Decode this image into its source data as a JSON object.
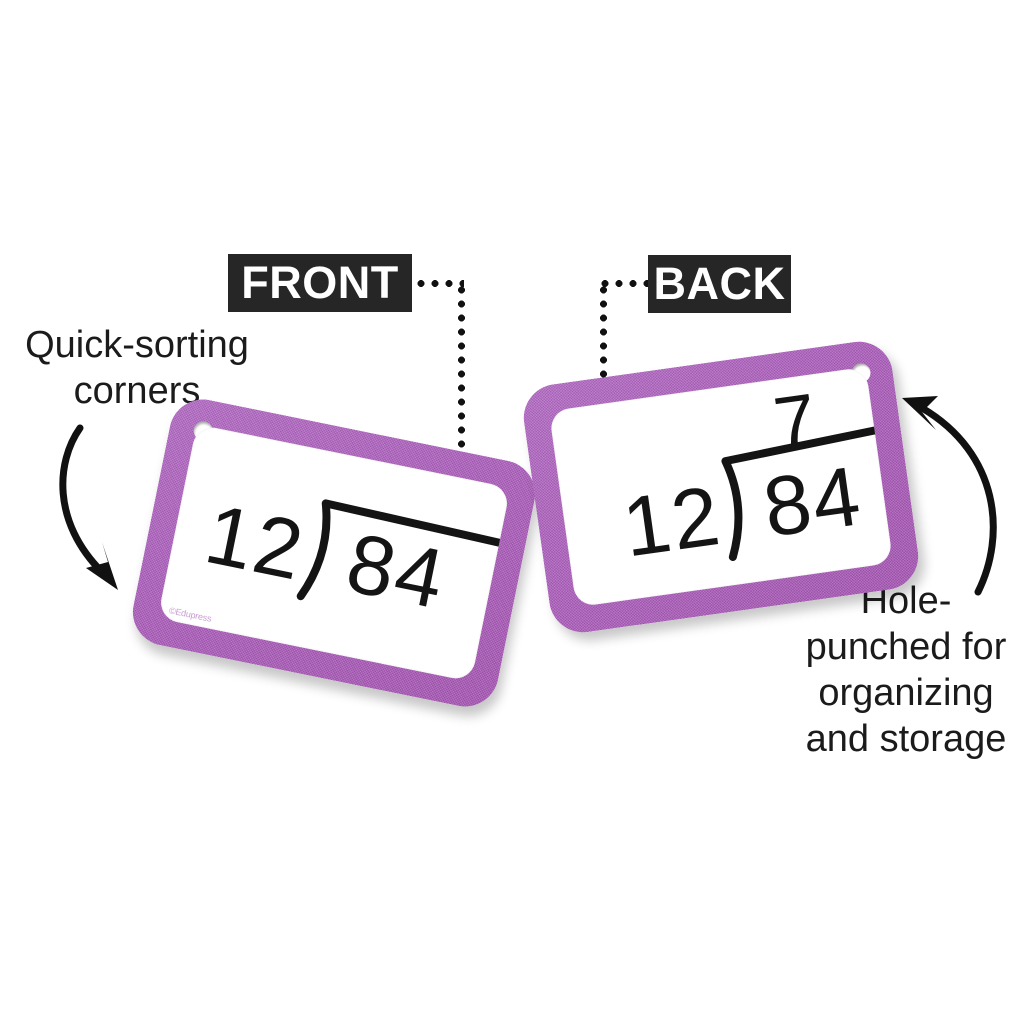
{
  "background_color": "#ffffff",
  "card_color": "#ad5cbd",
  "badge_color": "#262626",
  "text_color": "#1b1b1b",
  "callouts": {
    "front": "FRONT",
    "back": "BACK"
  },
  "annotations": {
    "left": "Quick-sorting\ncorners",
    "right": "Hole-\npunched for\norganizing\nand storage"
  },
  "cards": {
    "front": {
      "side_label": "FRONT",
      "problem": {
        "divisor": "12",
        "dividend": "84",
        "quotient": ""
      },
      "brandmark": "©Edupress",
      "hole_position": "top-left",
      "rotation_deg": 11.5
    },
    "back": {
      "side_label": "BACK",
      "problem": {
        "divisor": "12",
        "dividend": "84",
        "quotient": "7"
      },
      "hole_position": "top-right",
      "rotation_deg": -8
    }
  },
  "icons": {
    "curved_arrow_left": "curved-arrow-down-right-icon",
    "curved_arrow_right": "curved-arrow-up-left-icon",
    "hole_punch": "hole-punch-icon",
    "division_bracket": "long-division-bracket-icon"
  }
}
